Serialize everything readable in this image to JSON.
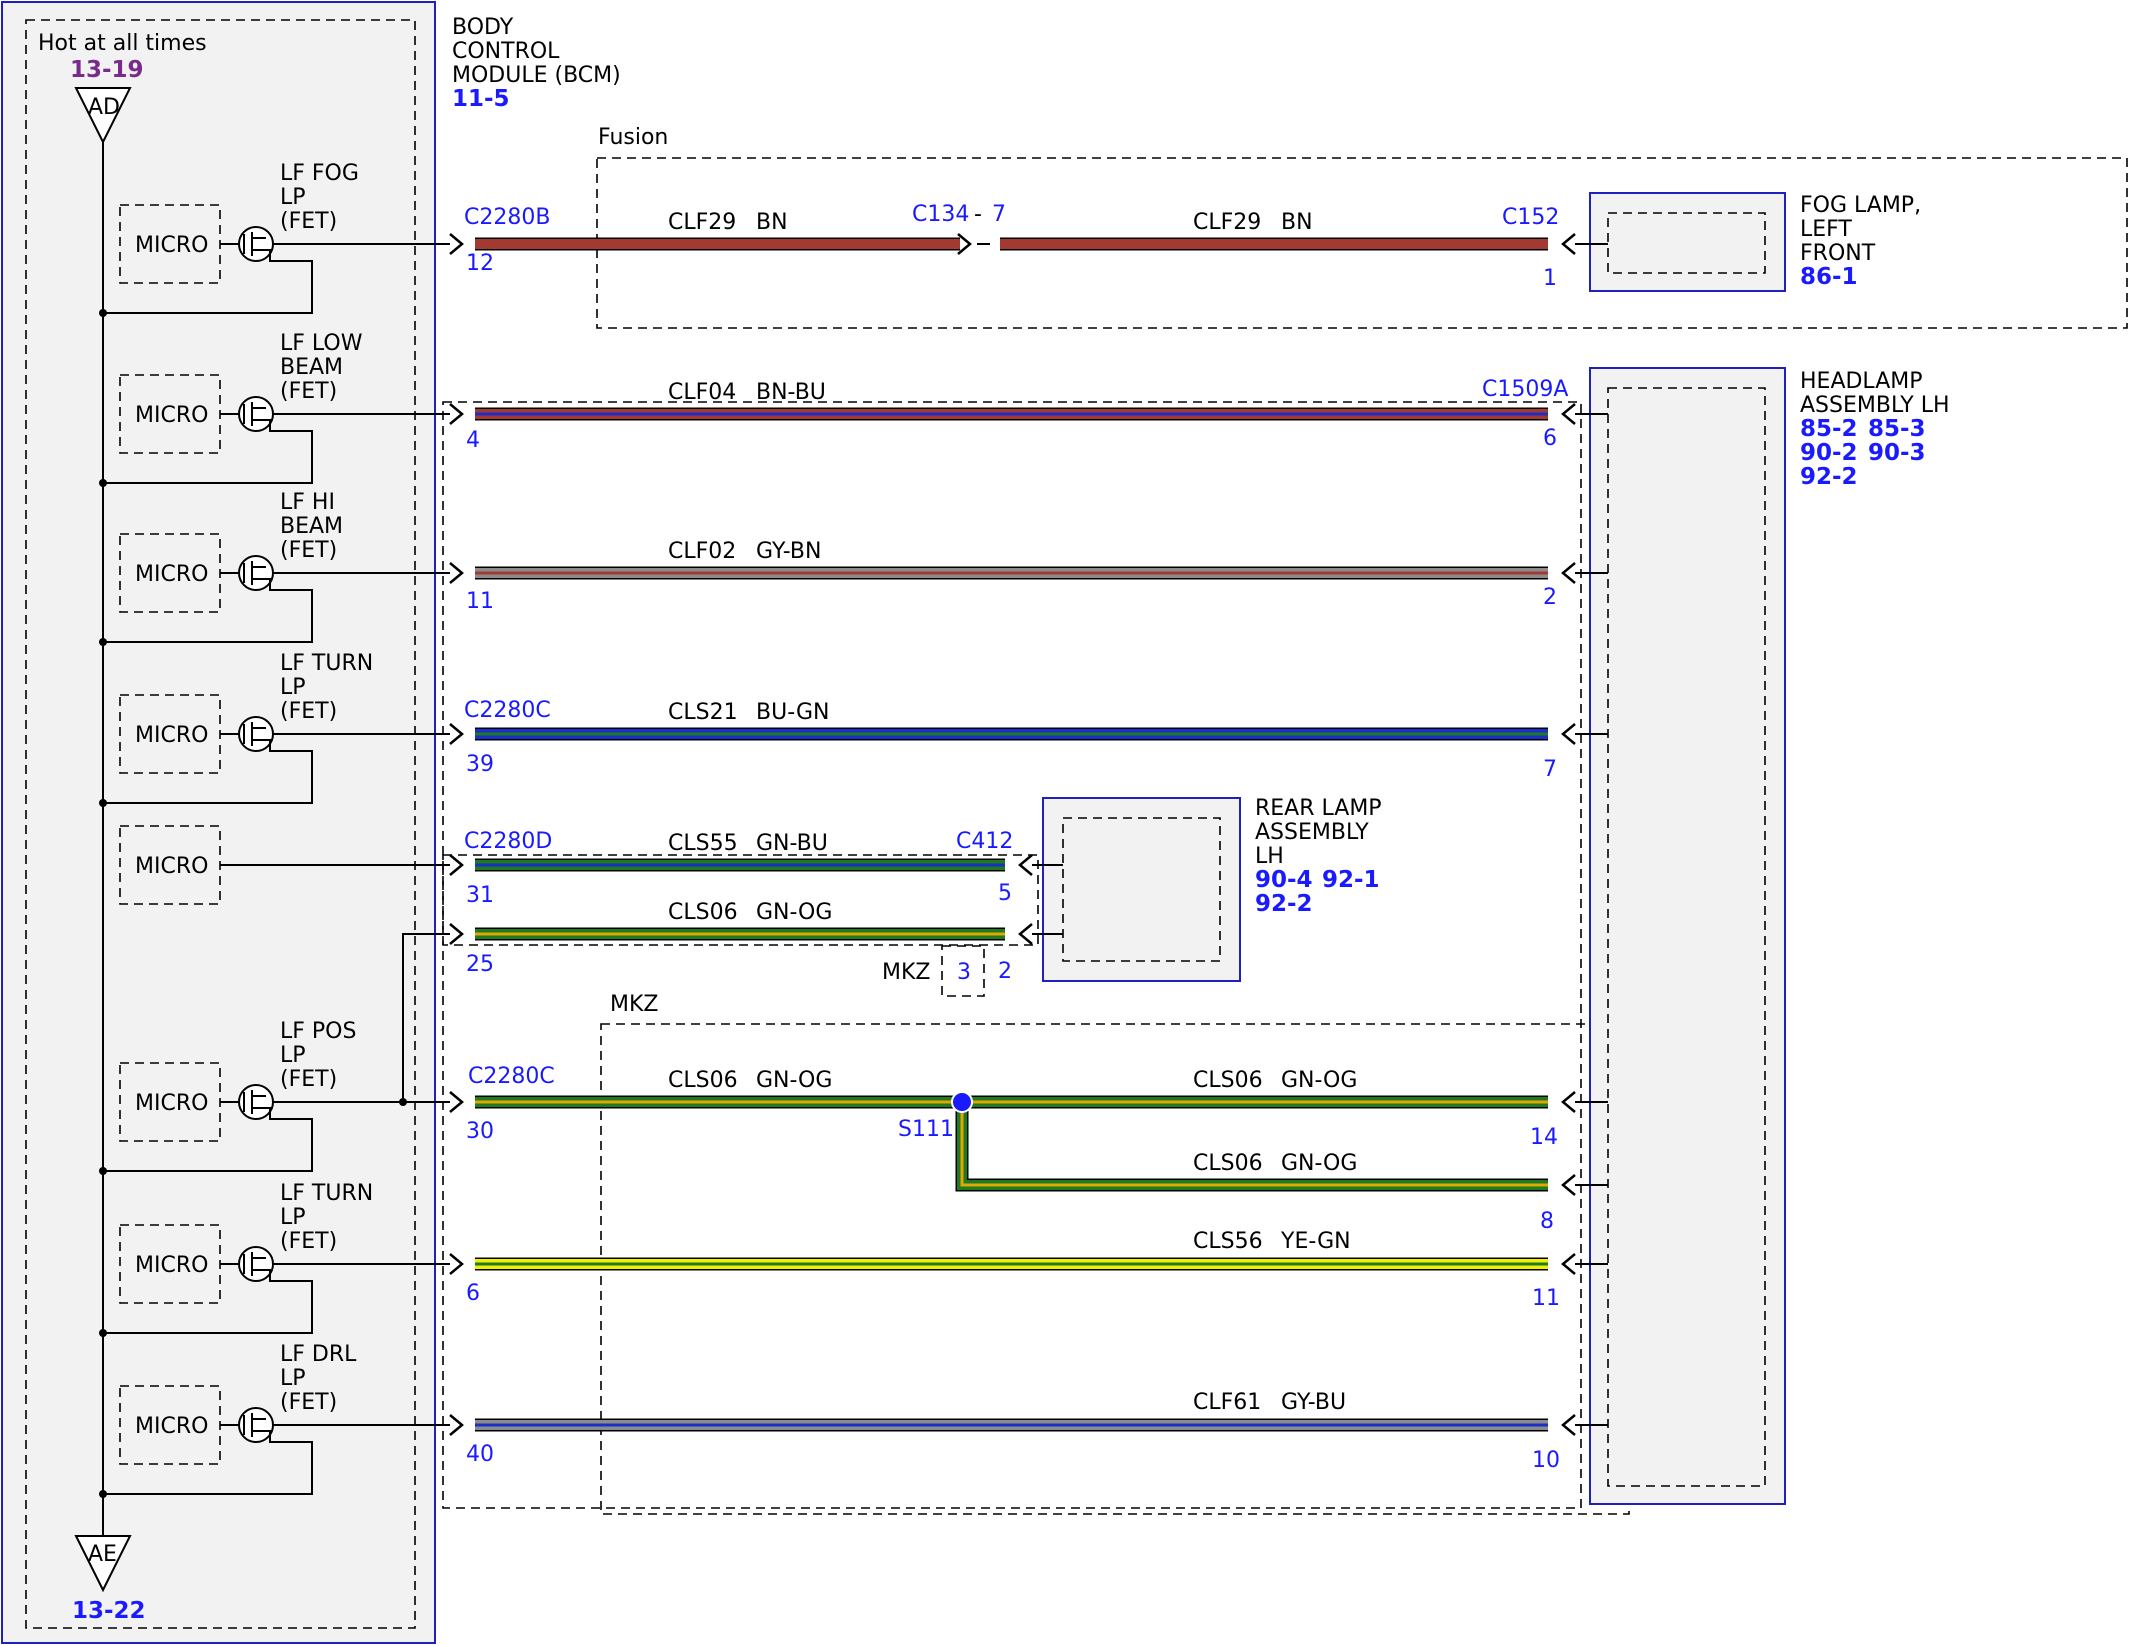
{
  "bcm": {
    "power_in": "Hot at all times",
    "power_in_ref": "13-19",
    "power_in_tag": "AD",
    "power_out_tag": "AE",
    "power_out_ref": "13-22",
    "name_lines": [
      "BODY",
      "CONTROL",
      "MODULE (BCM)"
    ],
    "ref": "11-5",
    "micro": "MICRO",
    "drivers": [
      {
        "lines": [
          "LF FOG",
          "LP",
          "(FET)"
        ]
      },
      {
        "lines": [
          "LF LOW",
          "BEAM",
          "(FET)"
        ]
      },
      {
        "lines": [
          "LF HI",
          "BEAM",
          "(FET)"
        ]
      },
      {
        "lines": [
          "LF TURN",
          "LP",
          "(FET)"
        ]
      },
      {
        "lines": [
          "LF POS",
          "LP",
          "(FET)"
        ]
      },
      {
        "lines": [
          "LF TURN",
          "LP",
          "(FET)"
        ]
      },
      {
        "lines": [
          "LF DRL",
          "LP",
          "(FET)"
        ]
      }
    ]
  },
  "variants": {
    "fusion": "Fusion",
    "mkz": "MKZ",
    "mkz_pin_label": "MKZ",
    "mkz_pin": "3"
  },
  "connectors": {
    "c2280b": "C2280B",
    "c2280c_a": "C2280C",
    "c2280d": "C2280D",
    "c2280c_b": "C2280C",
    "c134": "C134",
    "c134_pin": "7",
    "c152": "C152",
    "c1509a": "C1509A",
    "c412": "C412",
    "splice": "S111"
  },
  "circuits": [
    {
      "circuit": "CLF29",
      "color": "BN",
      "start_pin": "12",
      "c134_circuit": "CLF29",
      "c134_color": "BN",
      "end_pin": "1"
    },
    {
      "circuit": "CLF04",
      "color": "BN-BU",
      "start_pin": "4",
      "end_pin": "6"
    },
    {
      "circuit": "CLF02",
      "color": "GY-BN",
      "start_pin": "11",
      "end_pin": "2"
    },
    {
      "circuit": "CLS21",
      "color": "BU-GN",
      "start_pin": "39",
      "end_pin": "7"
    },
    {
      "circuit": "CLS55",
      "color": "GN-BU",
      "start_pin": "31",
      "end_pin": "5"
    },
    {
      "circuit": "CLS06",
      "color": "GN-OG",
      "start_pin": "25",
      "end_pin": "2"
    },
    {
      "circuit": "CLS06",
      "color": "GN-OG",
      "start_pin": "30",
      "right_circuit": "CLS06",
      "right_color": "GN-OG",
      "end_pin": "14",
      "branch_circuit": "CLS06",
      "branch_color": "GN-OG",
      "branch_pin": "8"
    },
    {
      "circuit": "CLS56",
      "color": "YE-GN",
      "start_pin": "6",
      "end_pin": "11"
    },
    {
      "circuit": "CLF61",
      "color": "GY-BU",
      "start_pin": "40",
      "end_pin": "10"
    }
  ],
  "components": {
    "fog_lamp": {
      "lines": [
        "FOG LAMP,",
        "LEFT",
        "FRONT"
      ],
      "refs": [
        "86-1"
      ]
    },
    "headlamp": {
      "lines": [
        "HEADLAMP",
        "ASSEMBLY LH"
      ],
      "refs": [
        "85-2",
        "85-3",
        "90-2",
        "90-3",
        "92-2"
      ]
    },
    "rear_lamp": {
      "lines": [
        "REAR LAMP",
        "ASSEMBLY",
        "LH"
      ],
      "refs": [
        "90-4",
        "92-1",
        "92-2"
      ]
    }
  },
  "wire_colors": {
    "BN": "#a33a32",
    "BU": "#1a2ec8",
    "GY": "#8c8c8c",
    "GN": "#1f7a22",
    "OG": "#e0a800",
    "YE": "#f0f000",
    "splice_dot": "#1a1aff"
  }
}
